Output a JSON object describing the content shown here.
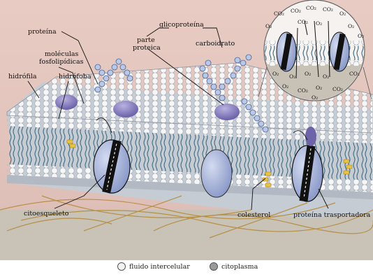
{
  "labels": {
    "proteina": "proteína",
    "glicoproteina": "glicoproteína",
    "parte_proteica": [
      "parte",
      "proteica"
    ],
    "carboidrato": "carboidrato",
    "moleculas_fosfolipidicas": [
      "moléculas",
      "fosfolipídicas"
    ],
    "hidrofila": "hidrófila",
    "hidrofoba": "hidrófoba",
    "citoesqueleto": "citoesqueleto",
    "colesterol": "colesterol",
    "proteina_transportadora": "proteína trasportadora"
  },
  "inset": {
    "top_molecules": [
      "CO₂",
      "CO₂",
      "CO₂",
      "CO₂",
      "O₂",
      "O₂",
      "CO₂",
      "O₂",
      "O₂",
      "O₂"
    ],
    "bottom_molecules": [
      "O₂",
      "O₂",
      "O₂",
      "O₂",
      "CO₂",
      "O₂",
      "CO₂",
      "O₂",
      "CO₂",
      "O₂"
    ]
  },
  "legend": {
    "items": [
      {
        "label": "fluido intercelular",
        "color": "#f2f2f2"
      },
      {
        "label": "citoplasma",
        "color": "#9a9a9a"
      }
    ]
  },
  "colors": {
    "background_top": "#e6c9c2",
    "background_bottom": "#c7c2b6",
    "head": "#f4f4f4",
    "tail": "#2a5a74",
    "protein": "#a9b6d8",
    "protein_dark": "#6c63a8",
    "carb": "#b9c8e6",
    "cholesterol": "#e6c24a",
    "cytoskeleton": "#b58b3c"
  }
}
